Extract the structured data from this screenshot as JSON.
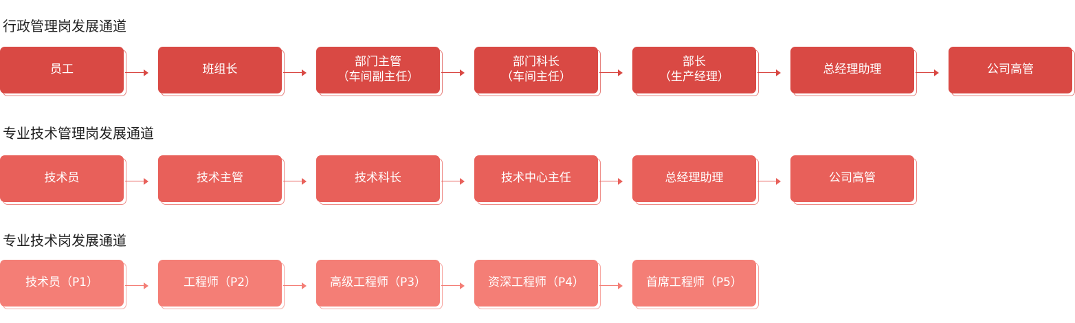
{
  "colors": {
    "admin_fill": "#d94944",
    "admin_shadow": "#e57e7a",
    "mgmt_fill": "#e8605a",
    "mgmt_shadow": "#ee8b86",
    "tech_fill": "#f47e76",
    "tech_shadow": "#f6a6a0",
    "title_text": "#1f1f1f"
  },
  "tracks": [
    {
      "title": "行政管理岗发展通道",
      "style": "admin",
      "steps": [
        {
          "lines": [
            "员工"
          ]
        },
        {
          "lines": [
            "班组长"
          ]
        },
        {
          "lines": [
            "部门主管",
            "（车间副主任）"
          ]
        },
        {
          "lines": [
            "部门科长",
            "（车间主任）"
          ]
        },
        {
          "lines": [
            "部长",
            "（生产经理）"
          ]
        },
        {
          "lines": [
            "总经理助理"
          ]
        },
        {
          "lines": [
            "公司高管"
          ]
        }
      ]
    },
    {
      "title": "专业技术管理岗发展通道",
      "style": "mgmt",
      "steps": [
        {
          "lines": [
            "技术员"
          ]
        },
        {
          "lines": [
            "技术主管"
          ]
        },
        {
          "lines": [
            "技术科长"
          ]
        },
        {
          "lines": [
            "技术中心主任"
          ]
        },
        {
          "lines": [
            "总经理助理"
          ]
        },
        {
          "lines": [
            "公司高管"
          ]
        }
      ]
    },
    {
      "title": "专业技术岗发展通道",
      "style": "tech",
      "steps": [
        {
          "lines": [
            "技术员（P1）"
          ]
        },
        {
          "lines": [
            "工程师（P2）"
          ]
        },
        {
          "lines": [
            "高级工程师（P3）"
          ]
        },
        {
          "lines": [
            "资深工程师（P4）"
          ]
        },
        {
          "lines": [
            "首席工程师（P5）"
          ]
        }
      ]
    }
  ]
}
